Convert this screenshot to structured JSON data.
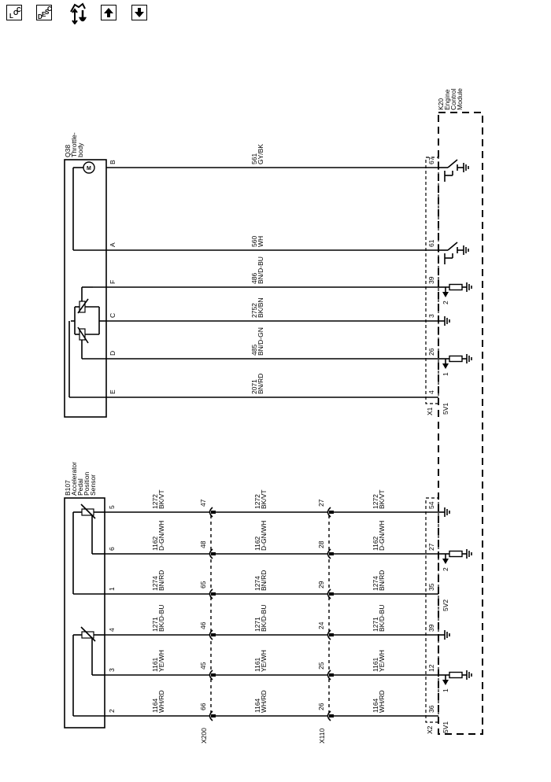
{
  "toolbar": {
    "loc": {
      "letters": [
        "L",
        "O",
        "C"
      ]
    },
    "desc": {
      "letters": [
        "D",
        "E",
        "S",
        "C"
      ]
    },
    "buttons": [
      "locate",
      "description",
      "connector-info",
      "previous",
      "next"
    ]
  },
  "diagram": {
    "throttle": {
      "id": "Q38",
      "name_lines": [
        "Q38",
        "Throttle-",
        "body"
      ],
      "wires": [
        {
          "pin": "B",
          "circuit": "561",
          "color": "GY/BK",
          "ecm_pin": "67",
          "term": "switch"
        },
        {
          "pin": "A",
          "circuit": "560",
          "color": "WH",
          "ecm_pin": "61",
          "term": "switch"
        },
        {
          "pin": "F",
          "circuit": "486",
          "color": "BN/D-BU",
          "ecm_pin": "39",
          "term": "resistor",
          "ref": "2"
        },
        {
          "pin": "C",
          "circuit": "2752",
          "color": "BK/BN",
          "ecm_pin": "3",
          "term": "ground"
        },
        {
          "pin": "D",
          "circuit": "485",
          "color": "BN/D-GN",
          "ecm_pin": "26",
          "term": "resistor",
          "ref": "1"
        },
        {
          "pin": "E",
          "circuit": "2071",
          "color": "BN/RD",
          "ecm_pin": "4",
          "term": "supply",
          "ref": "5V1"
        }
      ],
      "connector": "X1"
    },
    "app": {
      "id": "B107",
      "name_lines": [
        "B107",
        "Accelerator",
        "Pedal",
        "Position",
        "Sensor"
      ],
      "connectors": [
        "X200",
        "X110",
        "X2"
      ],
      "wires": [
        {
          "pin": "5",
          "circuit": "1272",
          "color": "BK/VT",
          "x200": "47",
          "x110": "27",
          "ecm_pin": "54",
          "term": "ground"
        },
        {
          "pin": "6",
          "circuit": "1162",
          "color": "D-GN/WH",
          "x200": "48",
          "x110": "28",
          "ecm_pin": "27",
          "term": "resistor",
          "ref": "2"
        },
        {
          "pin": "1",
          "circuit": "1274",
          "color": "BN/RD",
          "x200": "65",
          "x110": "29",
          "ecm_pin": "35",
          "term": "supply",
          "ref": "5V2"
        },
        {
          "pin": "4",
          "circuit": "1271",
          "color": "BK/D-BU",
          "x200": "46",
          "x110": "24",
          "ecm_pin": "39",
          "term": "ground"
        },
        {
          "pin": "3",
          "circuit": "1161",
          "color": "YE/WH",
          "x200": "45",
          "x110": "25",
          "ecm_pin": "12",
          "term": "resistor",
          "ref": "1"
        },
        {
          "pin": "2",
          "circuit": "1164",
          "color": "WH/RD",
          "x200": "66",
          "x110": "26",
          "ecm_pin": "36",
          "term": "supply",
          "ref": "5V1"
        }
      ]
    },
    "ecm": {
      "id": "K20",
      "name_lines": [
        "K20",
        "Engine",
        "Control",
        "Module"
      ]
    }
  }
}
